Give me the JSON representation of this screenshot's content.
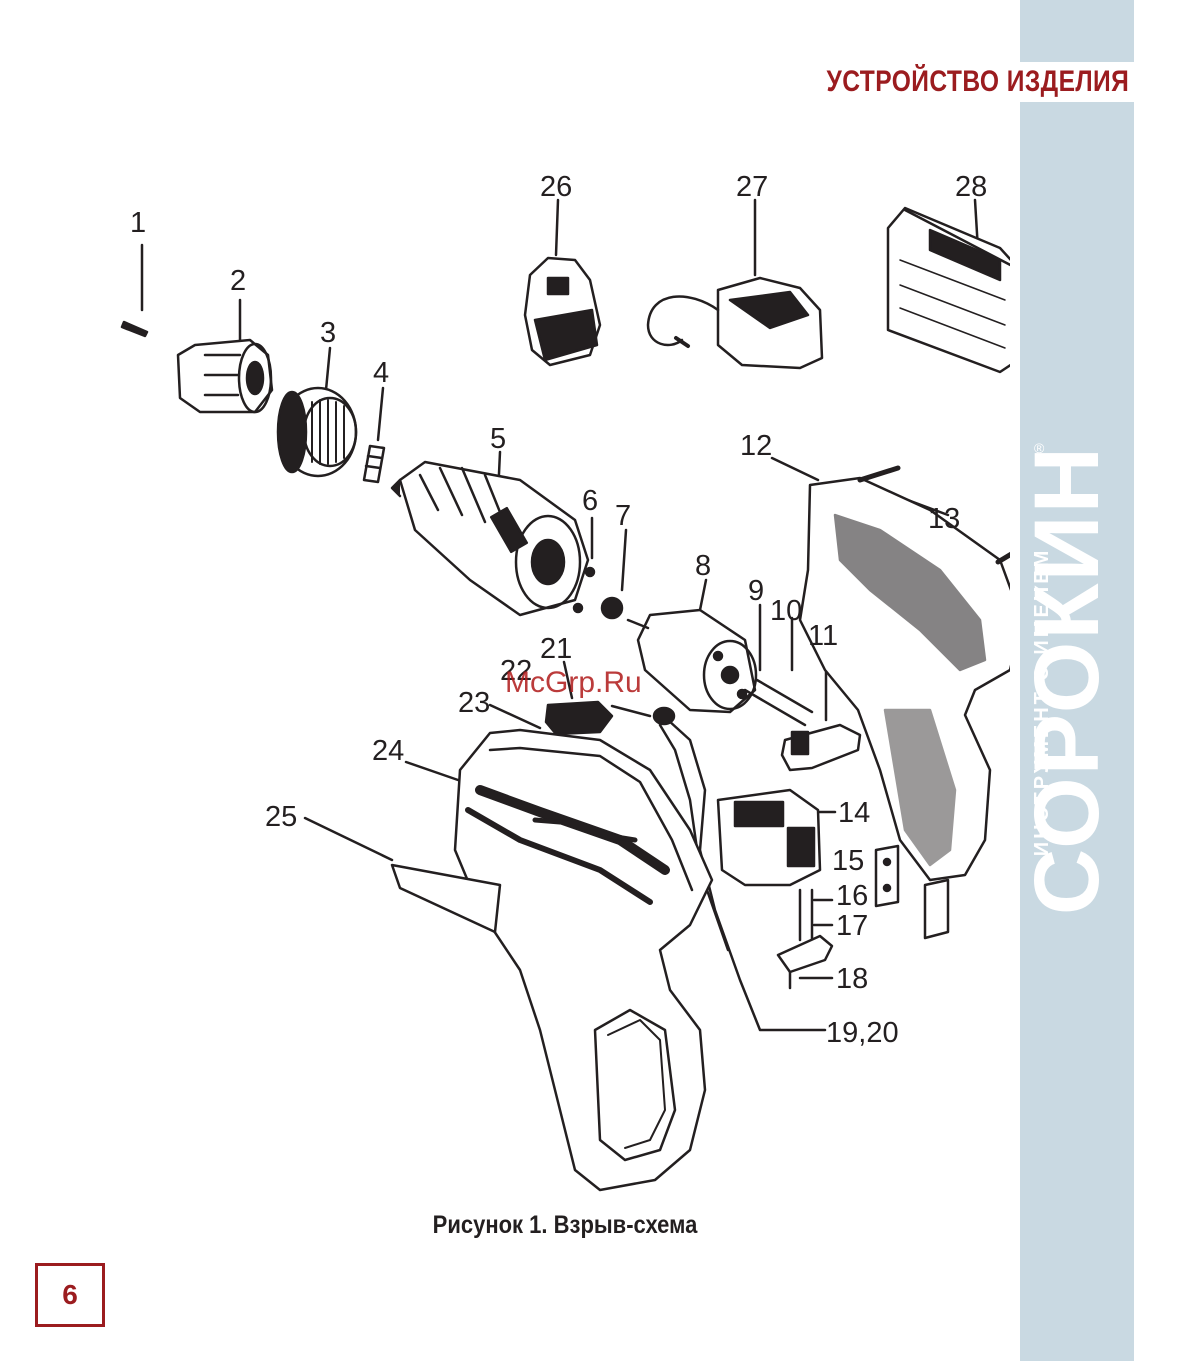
{
  "header": {
    "title": "УСТРОЙСТВО ИЗДЕЛИЯ"
  },
  "brand": {
    "name": "СОРОКИН",
    "tagline": "ИНСТРУМЕНТ С ИМЕНЕМ",
    "registered": "®"
  },
  "watermark": "McGrp.Ru",
  "figure": {
    "caption": "Рисунок 1. Взрыв-схема",
    "callouts": [
      "1",
      "2",
      "3",
      "4",
      "5",
      "6",
      "7",
      "8",
      "9",
      "10",
      "11",
      "12",
      "13",
      "14",
      "15",
      "16",
      "17",
      "18",
      "19,20",
      "21",
      "22",
      "23",
      "24",
      "25",
      "26",
      "27",
      "28"
    ]
  },
  "page_number": "6",
  "colors": {
    "accent": "#9b1c1f",
    "sidebar": "#c9d9e2",
    "ink": "#231f20"
  }
}
